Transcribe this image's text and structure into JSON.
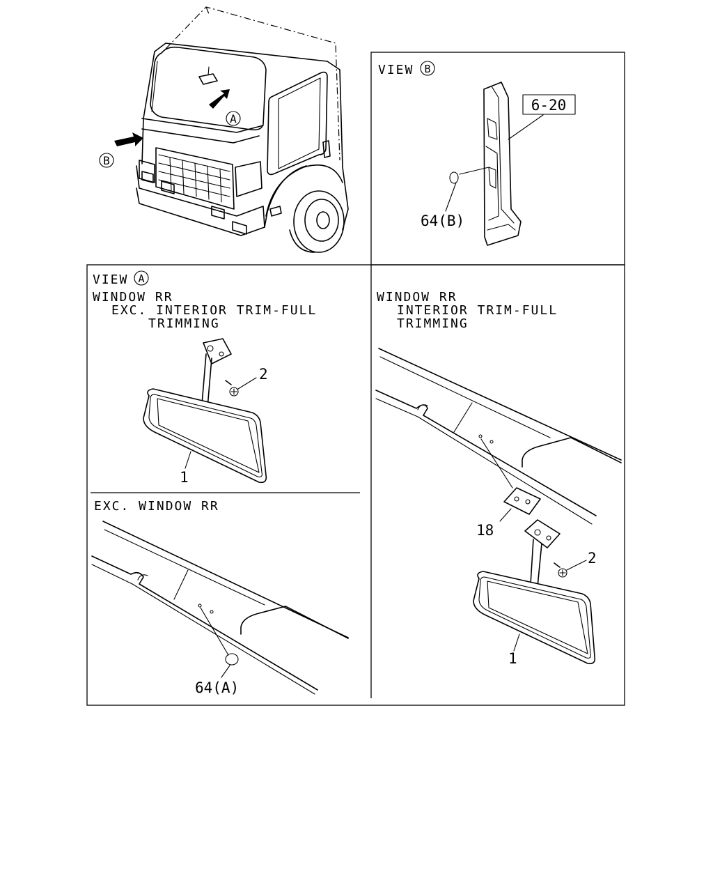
{
  "views": {
    "view_a_title": "VIEW",
    "view_a_letter": "A",
    "view_b_title": "VIEW",
    "view_b_letter": "B",
    "overview_letter_a": "A",
    "overview_letter_b": "B"
  },
  "panel_top_left": {
    "line1": "WINDOW RR",
    "line2": "EXC. INTERIOR TRIM-FULL",
    "line3": "TRIMMING"
  },
  "panel_top_right": {
    "line1": "WINDOW RR",
    "line2": "INTERIOR TRIM-FULL",
    "line3": "TRIMMING"
  },
  "panel_bottom_left": {
    "title": "EXC. WINDOW RR"
  },
  "callouts": {
    "ref_box": "6-20",
    "plug_b": "64(B)",
    "plug_a": "64(A)",
    "mirror_left": "1",
    "screw_left": "2",
    "mirror_right": "1",
    "screw_right": "2",
    "bracket_right": "18"
  }
}
